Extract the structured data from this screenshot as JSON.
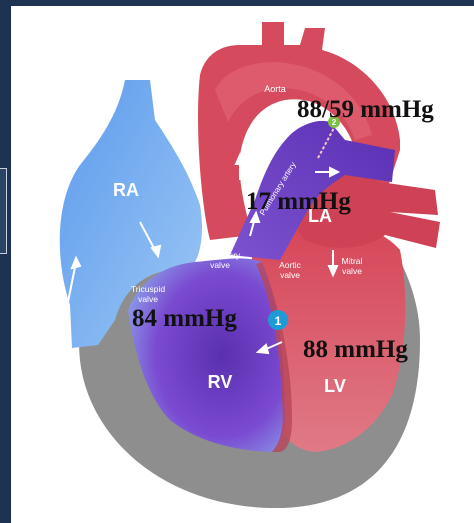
{
  "chambers": {
    "ra": "RA",
    "rv": "RV",
    "lv": "LV",
    "la": "LA"
  },
  "vessels": {
    "aorta": "Aorta",
    "pulmonary_artery": "Pulmonary artery"
  },
  "valves": {
    "tricuspid_line1": "Tricuspid",
    "tricuspid_line2": "valve",
    "pulmonary_line1": "Pulmonary",
    "pulmonary_line2": "valve",
    "aortic_line1": "Aortic",
    "aortic_line2": "valve",
    "mitral_line1": "Mitral",
    "mitral_line2": "valve"
  },
  "markers": {
    "marker_1": "1",
    "marker_2": "2"
  },
  "pressures": {
    "aorta": "88/59 mmHg",
    "pulmonary": "17 mmHg",
    "rv": "84 mmHg",
    "lv": "88 mmHg"
  },
  "colors": {
    "background": "#1e3352",
    "oxygenated": "#d9475b",
    "deoxygenated": "#6aa8f0",
    "mixed": "#6b3fb8",
    "pericardium": "#8f8f8f",
    "marker_1": "#1e9bd7",
    "marker_2": "#7bc143"
  }
}
